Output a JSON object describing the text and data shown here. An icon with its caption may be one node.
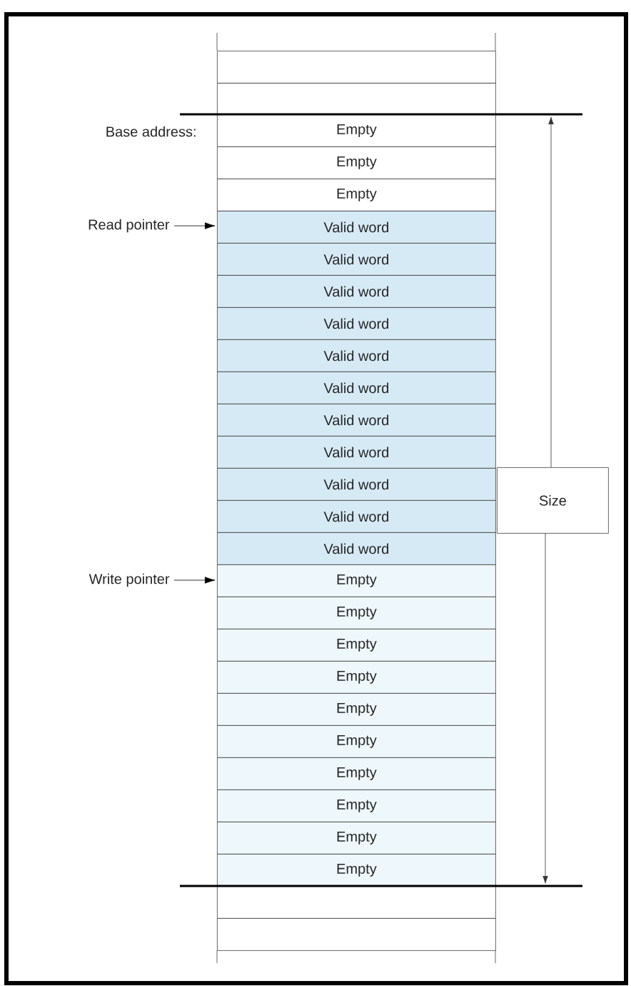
{
  "diagram": {
    "nodes": [
      {
        "text": [],
        "shape": "box"
      },
      {
        "text": [],
        "shape": "box"
      },
      {
        "text": [
          "Empty"
        ]
      },
      {
        "text": [
          "Empty"
        ]
      },
      {
        "text": [
          "Empty"
        ]
      },
      {
        "text": [
          "Valid word"
        ]
      },
      {
        "text": [
          "Valid word"
        ]
      },
      {
        "text": [
          "Valid word"
        ]
      },
      {
        "text": [
          "Valid word"
        ]
      },
      {
        "text": [
          "Valid word"
        ]
      },
      {
        "text": [
          "Valid word"
        ]
      },
      {
        "text": [
          "Valid word"
        ]
      },
      {
        "text": [
          "Valid word"
        ]
      },
      {
        "text": [
          "Valid word"
        ]
      },
      {
        "text": [
          "Valid word"
        ]
      },
      {
        "text": [
          "Valid word"
        ]
      },
      {
        "text": [
          "Empty"
        ]
      },
      {
        "text": [
          "Empty"
        ]
      },
      {
        "text": [
          "Empty"
        ]
      },
      {
        "text": [
          "Empty"
        ]
      },
      {
        "text": [
          "Empty"
        ]
      },
      {
        "text": [
          "Empty"
        ]
      },
      {
        "text": [
          "Empty"
        ]
      },
      {
        "text": [
          "Empty"
        ]
      },
      {
        "text": [
          "Empty"
        ]
      },
      {
        "text": [
          "Empty"
        ]
      },
      {
        "text": [],
        "shape": "box"
      },
      {
        "text": [],
        "shape": "box"
      },
      {
        "text": [
          "Size"
        ]
      },
      {
        "text": [
          "Read pointer"
        ]
      },
      {
        "text": [
          "Write pointer"
        ]
      }
    ],
    "edges": [
      {
        "from": 29,
        "to": 5,
        "arrow": "to"
      },
      {
        "from": 30,
        "to": 16,
        "arrow": "to"
      }
    ],
    "labels": [
      "Base address:"
    ]
  }
}
